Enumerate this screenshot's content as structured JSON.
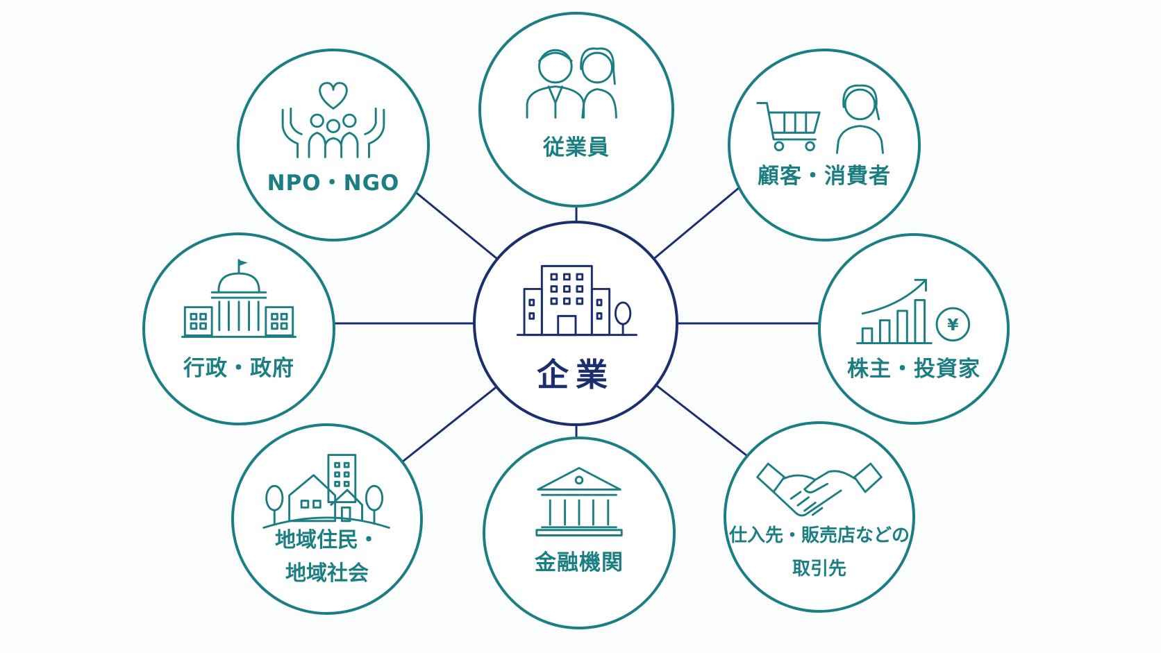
{
  "center": {
    "label": "企業",
    "icon": "office-building-icon"
  },
  "stakeholders": [
    {
      "id": "employees",
      "label": "従業員",
      "icon": "two-people-icon"
    },
    {
      "id": "customers",
      "label": "顧客・消費者",
      "icon": "shopping-cart-person-icon"
    },
    {
      "id": "shareholders",
      "label": "株主・投資家",
      "icon": "growth-chart-yen-icon"
    },
    {
      "id": "suppliers",
      "label_lines": [
        "仕入先・販売店などの",
        "取引先"
      ],
      "icon": "handshake-icon"
    },
    {
      "id": "financial",
      "label": "金融機関",
      "icon": "bank-icon"
    },
    {
      "id": "community",
      "label_lines": [
        "地域住民・",
        "地域社会"
      ],
      "icon": "town-houses-icon"
    },
    {
      "id": "government",
      "label": "行政・政府",
      "icon": "government-building-icon"
    },
    {
      "id": "npo",
      "label": "NPO・NGO",
      "icon": "raised-hands-heart-icon"
    }
  ],
  "colors": {
    "teal": "#1b7e82",
    "navy": "#1b2f6e",
    "background": "#fbfcfc"
  }
}
